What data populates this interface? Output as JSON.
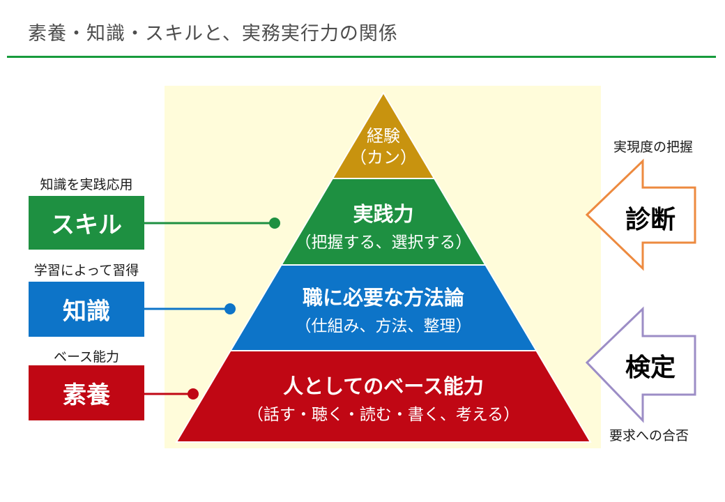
{
  "title": "素養・知識・スキルと、実務実行力の関係",
  "colors": {
    "title_text": "#4d4d4d",
    "title_rule": "#169b3c",
    "stage_background": "#fffcda",
    "white": "#ffffff"
  },
  "pyramid": {
    "layers": [
      {
        "name": "experience",
        "title": "経験",
        "subtitle": "（カン）",
        "color": "#c8930f"
      },
      {
        "name": "practical-ability",
        "title": "実践力",
        "subtitle": "（把握する、選択する）",
        "color": "#1e9041"
      },
      {
        "name": "methodology",
        "title": "職に必要な方法論",
        "subtitle": "（仕組み、方法、整理）",
        "color": "#0d74c8"
      },
      {
        "name": "base-ability",
        "title": "人としてのベース能力",
        "subtitle": "（話す・聴く・読む・書く、考える）",
        "color": "#c00714"
      }
    ]
  },
  "left_labels": [
    {
      "caption": "知識を実践応用",
      "label": "スキル",
      "color": "#1e9041"
    },
    {
      "caption": "学習によって習得",
      "label": "知識",
      "color": "#0d74c8"
    },
    {
      "caption": "ベース能力",
      "label": "素養",
      "color": "#c00714"
    }
  ],
  "right_arrows": [
    {
      "caption": "実現度の把握",
      "label": "診断",
      "color": "#ed8a3f"
    },
    {
      "caption": "要求への合否",
      "label": "検定",
      "color": "#9c8dc6"
    }
  ]
}
